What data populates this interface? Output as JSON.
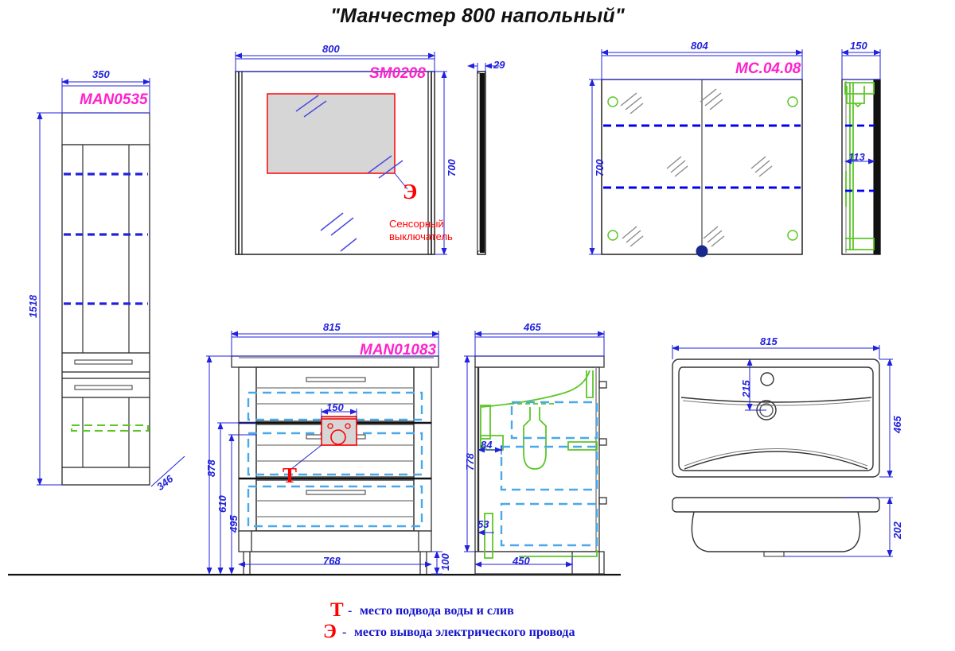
{
  "title": "\"Манчестер 800 напольный\"",
  "colors": {
    "dimension": "#2222dd",
    "code": "#ff22cc",
    "marker_red": "#ff0000",
    "hidden_blue": "#0000ee",
    "hidden_cyan": "#4aa8e8",
    "green": "#5cc627",
    "outline": "#333333",
    "glass_fill": "#d6d6d6"
  },
  "views": {
    "tall_cabinet": {
      "code": "MAN0535",
      "dims": {
        "width": "350",
        "height": "1518",
        "depth": "346"
      }
    },
    "mirror": {
      "code": "SM0208",
      "dims": {
        "width": "800",
        "height": "700",
        "thickness": "29"
      },
      "notes": {
        "sensor_line1": "Сенсорный",
        "sensor_line2": "выключатель",
        "elec_marker": "Э"
      }
    },
    "wall_cabinet": {
      "code": "MC.04.08",
      "dims": {
        "width": "804",
        "height": "700",
        "depth": "150",
        "shelf_depth": "113"
      }
    },
    "vanity": {
      "code": "MAN01083",
      "dims": {
        "width": "815",
        "height": "878",
        "mid_height": "610",
        "low_height": "495",
        "base_width": "768",
        "base_height": "100",
        "detail_width": "150",
        "side_depth": "465",
        "side_height": "778",
        "side_upper": "84",
        "side_lower": "53",
        "side_base": "450"
      },
      "notes": {
        "water_marker": "T"
      }
    },
    "washbasin": {
      "dims": {
        "width": "815",
        "depth": "465",
        "tap_offset": "215",
        "height": "202"
      }
    }
  },
  "legend": [
    {
      "marker": "Т",
      "dash": "-",
      "text": "место подвода воды и слив"
    },
    {
      "marker": "Э",
      "dash": "-",
      "text": "место вывода электрического провода"
    }
  ]
}
